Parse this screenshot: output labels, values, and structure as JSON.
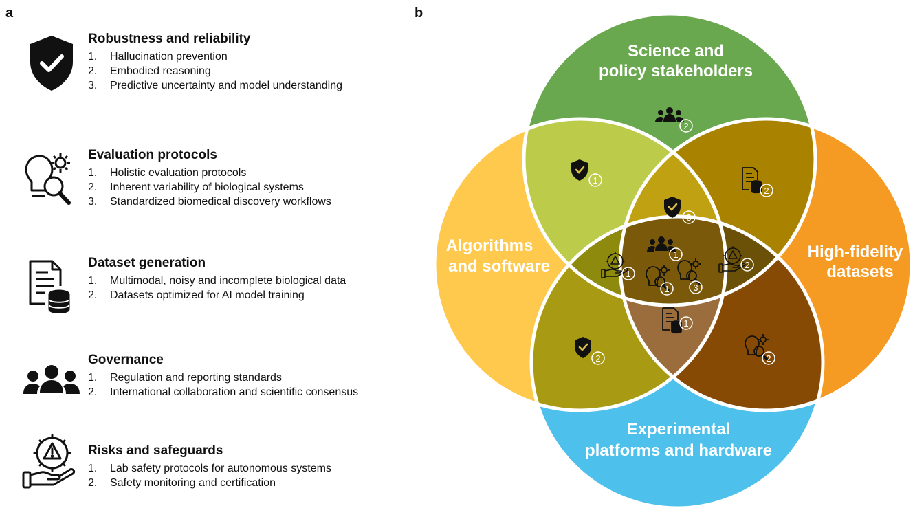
{
  "panel_a_label": "a",
  "panel_b_label": "b",
  "categories": [
    {
      "title": "Robustness and reliability",
      "icon": "shield-check-icon",
      "items": [
        {
          "num": "1.",
          "text": "Hallucination prevention"
        },
        {
          "num": "2.",
          "text": "Embodied reasoning"
        },
        {
          "num": "3.",
          "text": "Predictive uncertainty and model understanding"
        }
      ]
    },
    {
      "title": "Evaluation protocols",
      "icon": "lightbulb-magnifier-gear-icon",
      "items": [
        {
          "num": "1.",
          "text": "Holistic evaluation protocols"
        },
        {
          "num": "2.",
          "text": "Inherent variability of biological systems"
        },
        {
          "num": "3.",
          "text": "Standardized biomedical discovery workflows"
        }
      ]
    },
    {
      "title": "Dataset generation",
      "icon": "document-database-icon",
      "items": [
        {
          "num": "1.",
          "text": "Multimodal, noisy and incomplete biological data"
        },
        {
          "num": "2.",
          "text": "Datasets optimized for AI model training"
        }
      ]
    },
    {
      "title": "Governance",
      "icon": "people-group-icon",
      "items": [
        {
          "num": "1.",
          "text": "Regulation and reporting standards"
        },
        {
          "num": "2.",
          "text": "International collaboration and scientific consensus"
        }
      ]
    },
    {
      "title": "Risks and safeguards",
      "icon": "hand-gear-warning-icon",
      "items": [
        {
          "num": "1.",
          "text": "Lab safety protocols for autonomous systems"
        },
        {
          "num": "2.",
          "text": "Safety monitoring and certification"
        }
      ]
    }
  ],
  "venn": {
    "top": {
      "line1": "Science and",
      "line2": "policy stakeholders",
      "color": "#6aa84f"
    },
    "left": {
      "line1": "Algorithms",
      "line2": "and software",
      "color": "#ffc94d"
    },
    "right": {
      "line1": "High-fidelity",
      "line2": "datasets",
      "color": "#f59a23"
    },
    "bottom": {
      "line1": "Experimental",
      "line2": "platforms and hardware",
      "color": "#4dc0ec"
    },
    "markers": {
      "top_only": "2",
      "top_left": "1",
      "top_right": "2",
      "top_center": "3",
      "left_center_risk": "1",
      "center_people": "1",
      "center_eval_left": "1",
      "center_eval_right": "3",
      "right_center_risk": "2",
      "bottom_center_dataset": "1",
      "bottom_left": "2",
      "bottom_right": "2"
    }
  }
}
